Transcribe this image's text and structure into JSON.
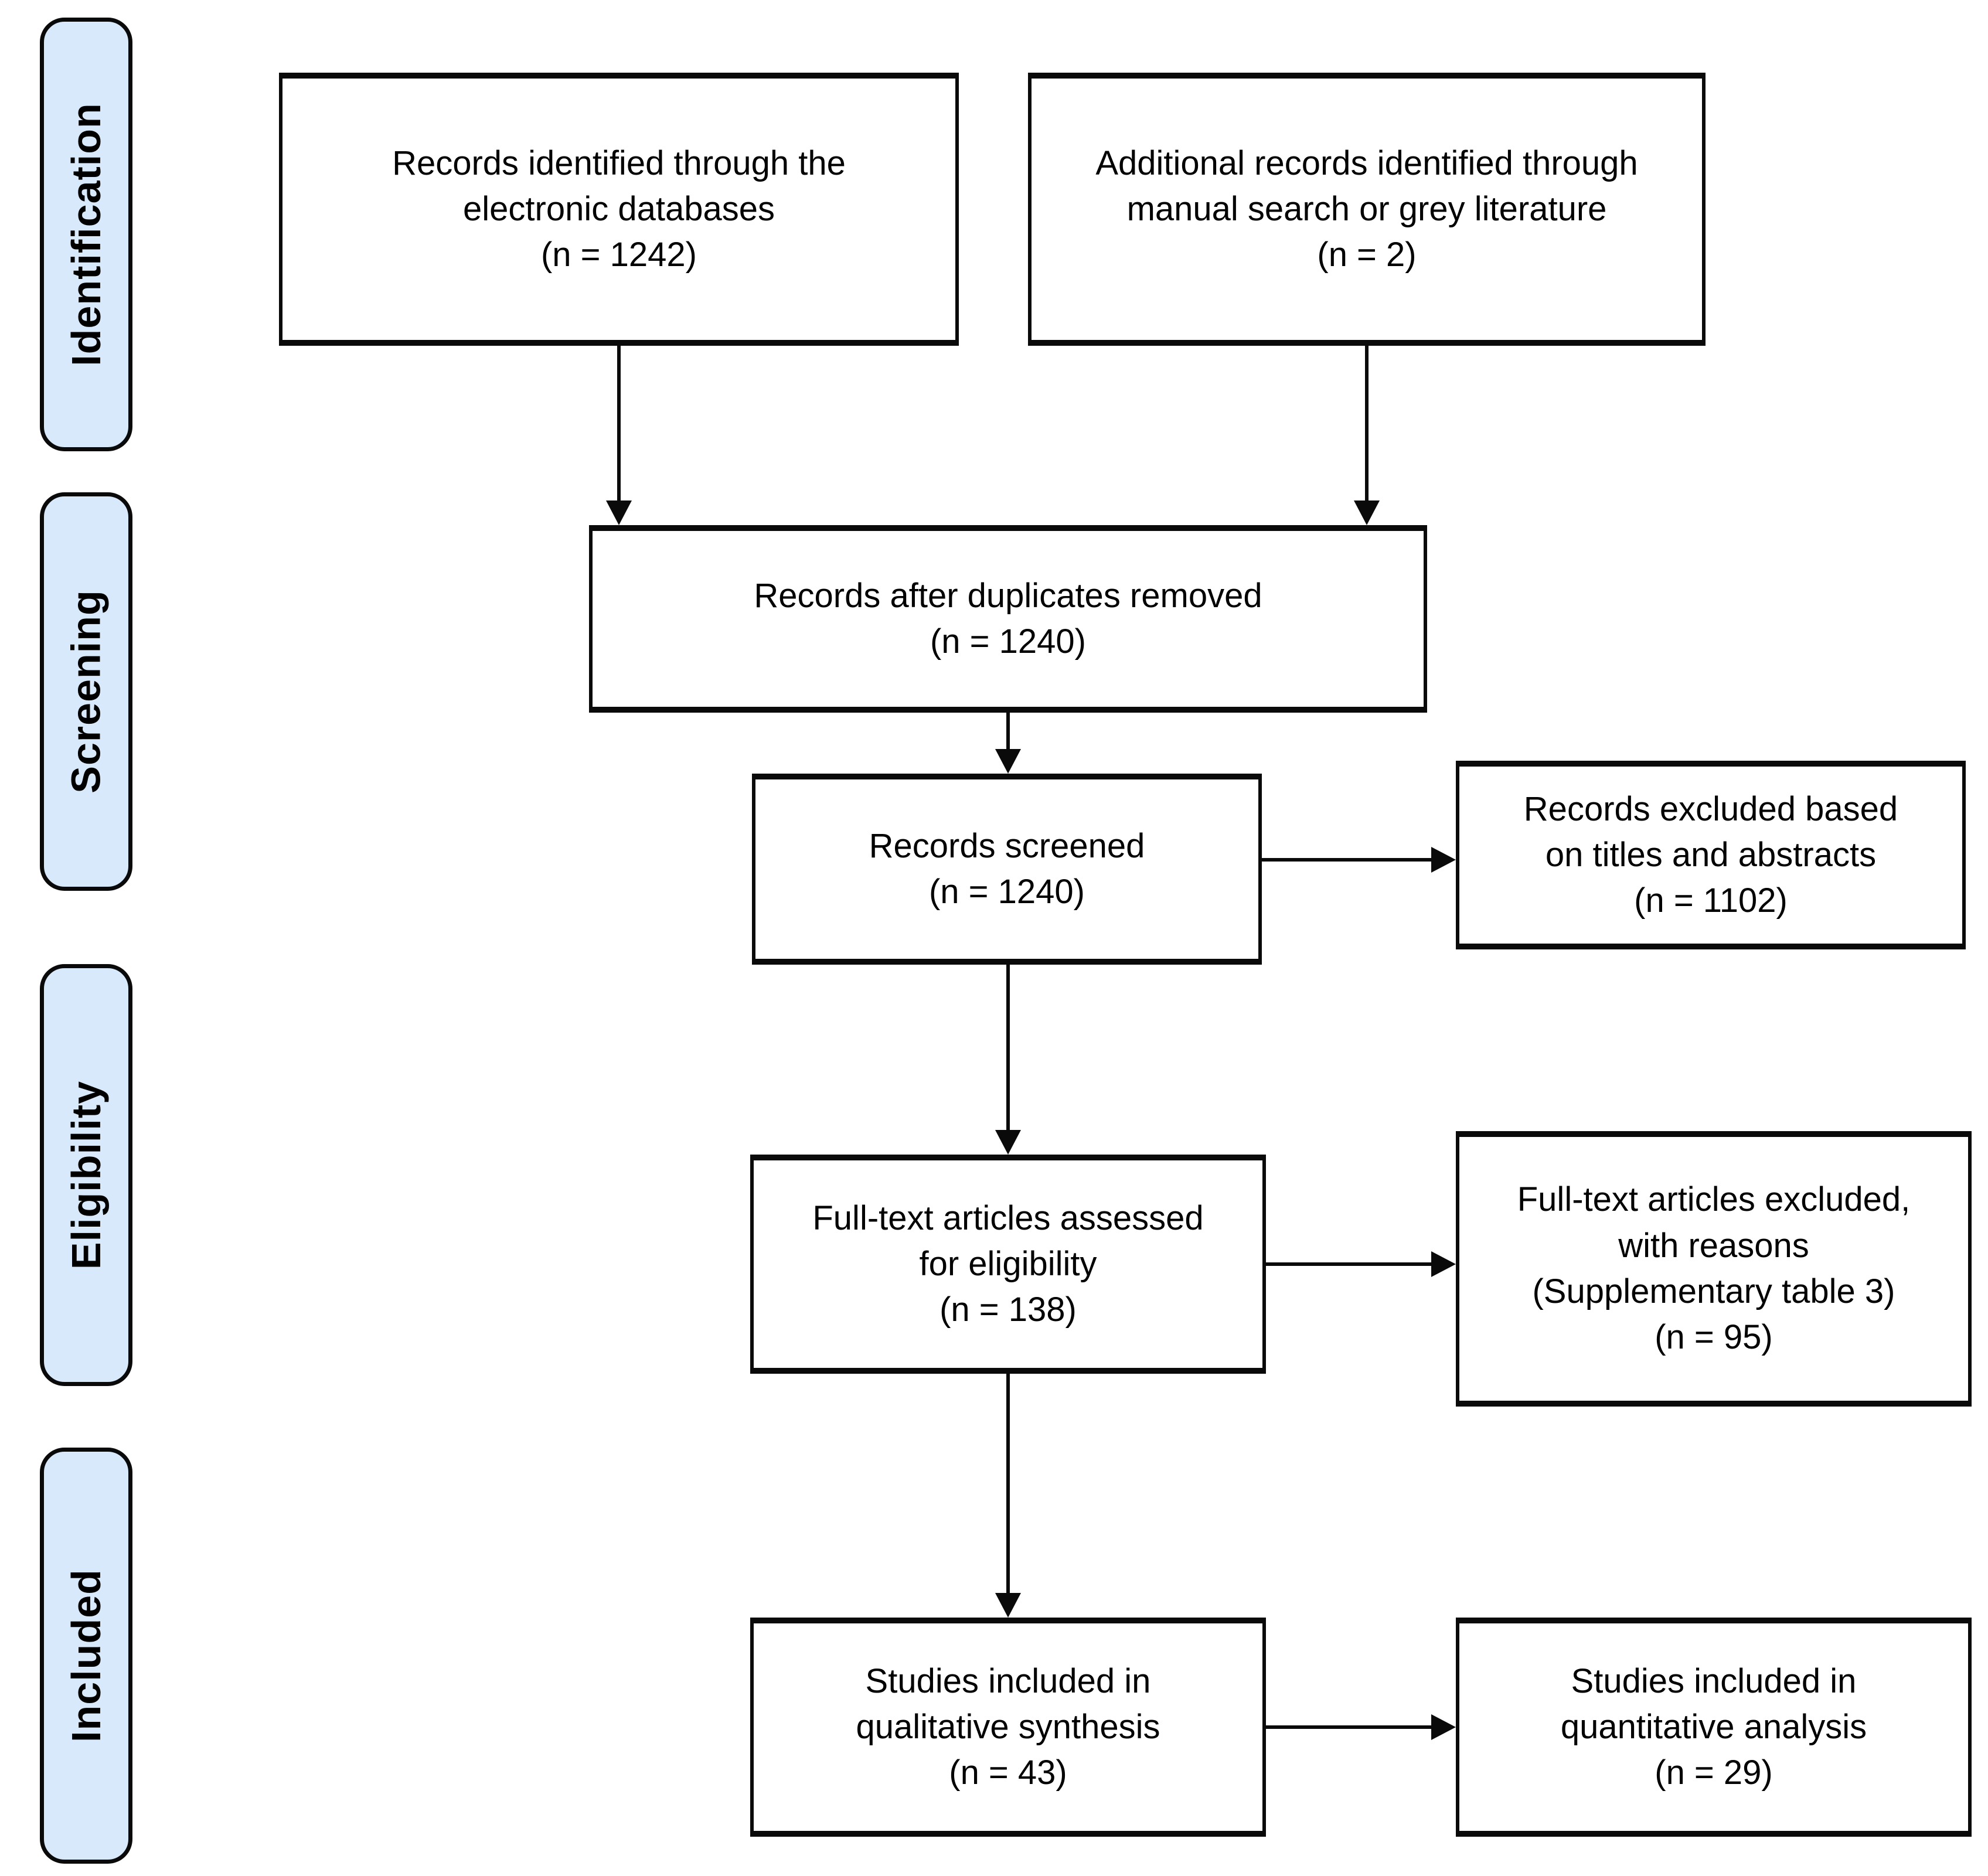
{
  "colors": {
    "stage_fill": "#d7e9fb",
    "stroke": "#0a0a0a",
    "background": "#ffffff"
  },
  "stages": {
    "identification": "Identification",
    "screening": "Screening",
    "eligibility": "Eligibility",
    "included": "Included"
  },
  "nodes": {
    "records_identified": {
      "n": 1242,
      "text": "Records identified through the\nelectronic databases\n(n = 1242)"
    },
    "additional_records": {
      "n": 2,
      "text": "Additional records identified through\nmanual search or grey literature\n(n = 2)"
    },
    "after_duplicates": {
      "n": 1240,
      "text": "Records after duplicates removed\n(n = 1240)"
    },
    "records_screened": {
      "n": 1240,
      "text": "Records screened\n(n = 1240)"
    },
    "records_excluded": {
      "n": 1102,
      "text": "Records excluded based\non titles and abstracts\n(n = 1102)"
    },
    "fulltext_assessed": {
      "n": 138,
      "text": "Full-text articles assessed\nfor eligibility\n(n = 138)"
    },
    "fulltext_excluded": {
      "n": 95,
      "text": "Full-text articles excluded,\nwith reasons\n(Supplementary table 3)\n(n = 95)"
    },
    "qualitative": {
      "n": 43,
      "text": "Studies included in\nqualitative synthesis\n(n = 43)"
    },
    "quantitative": {
      "n": 29,
      "text": "Studies included in\nquantitative analysis\n(n = 29)"
    }
  },
  "edges": [
    {
      "from": "records_identified",
      "to": "after_duplicates",
      "direction": "down"
    },
    {
      "from": "additional_records",
      "to": "after_duplicates",
      "direction": "down"
    },
    {
      "from": "after_duplicates",
      "to": "records_screened",
      "direction": "down"
    },
    {
      "from": "records_screened",
      "to": "records_excluded",
      "direction": "right"
    },
    {
      "from": "records_screened",
      "to": "fulltext_assessed",
      "direction": "down"
    },
    {
      "from": "fulltext_assessed",
      "to": "fulltext_excluded",
      "direction": "right"
    },
    {
      "from": "fulltext_assessed",
      "to": "qualitative",
      "direction": "down"
    },
    {
      "from": "qualitative",
      "to": "quantitative",
      "direction": "right"
    }
  ]
}
